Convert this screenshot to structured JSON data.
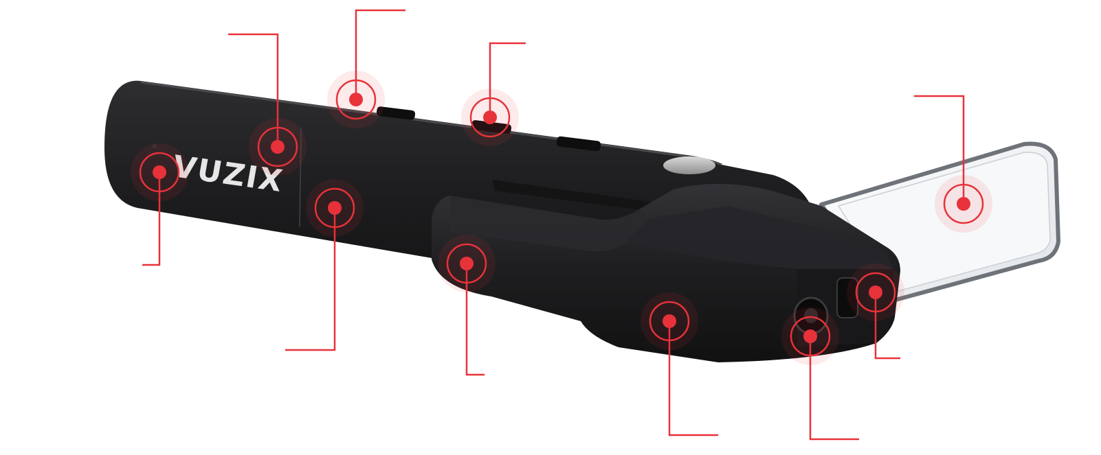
{
  "device": {
    "brand_logo_text": "VUZIX"
  },
  "colors": {
    "accent": "#e8323a",
    "housing": "#1e1e20",
    "housing_top": "#2c2c2f",
    "edge_highlight": "#46464a",
    "lens": "#eef0f2",
    "background": "#ffffff"
  },
  "callouts": [
    {
      "id": "rear-left"
    },
    {
      "id": "logo-area"
    },
    {
      "id": "top-button-1"
    },
    {
      "id": "top-button-2"
    },
    {
      "id": "side-panel"
    },
    {
      "id": "hinge-front"
    },
    {
      "id": "bottom-body"
    },
    {
      "id": "camera"
    },
    {
      "id": "front-sensor"
    },
    {
      "id": "display-lens"
    }
  ]
}
